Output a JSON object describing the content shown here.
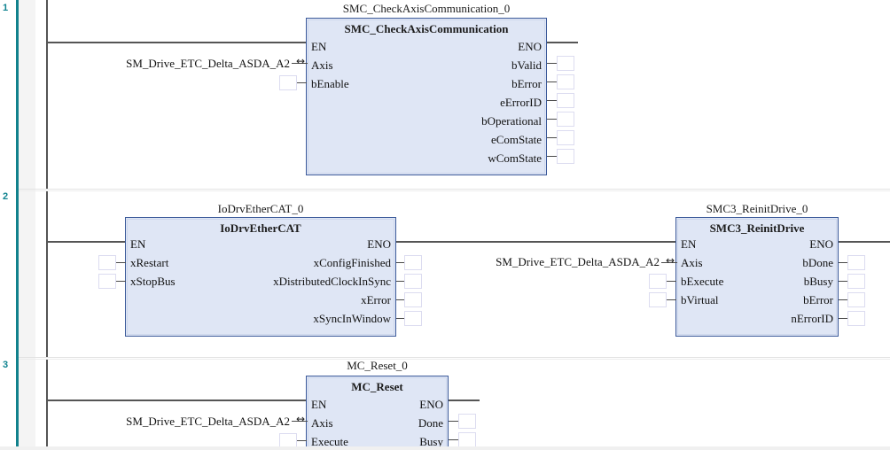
{
  "editor": {
    "type": "fbd-editor",
    "colors": {
      "block_fill": "#dfe6f5",
      "block_border": "#3c5a9a",
      "network_number": "#0f8390",
      "gutter_bar": "#11818c",
      "wire": "#555555",
      "operand_box_border": "#dcdcf0"
    }
  },
  "networks": [
    {
      "number": "1",
      "blocks": [
        {
          "instance_name": "SMC_CheckAxisCommunication_0",
          "type_name": "SMC_CheckAxisCommunication",
          "inputs": [
            {
              "name": "EN",
              "operand": "",
              "inout": false,
              "box": false
            },
            {
              "name": "Axis",
              "operand": "SM_Drive_ETC_Delta_ASDA_A2",
              "inout": true,
              "box": false
            },
            {
              "name": "bEnable",
              "operand": "",
              "inout": false,
              "box": true
            }
          ],
          "outputs": [
            {
              "name": "ENO",
              "box": false
            },
            {
              "name": "bValid",
              "box": true
            },
            {
              "name": "bError",
              "box": true
            },
            {
              "name": "eErrorID",
              "box": true
            },
            {
              "name": "bOperational",
              "box": true
            },
            {
              "name": "eComState",
              "box": true
            },
            {
              "name": "wComState",
              "box": true
            }
          ]
        }
      ]
    },
    {
      "number": "2",
      "blocks": [
        {
          "instance_name": "IoDrvEtherCAT_0",
          "type_name": "IoDrvEtherCAT",
          "inputs": [
            {
              "name": "EN",
              "operand": "",
              "inout": false,
              "box": false
            },
            {
              "name": "xRestart",
              "operand": "",
              "inout": false,
              "box": true
            },
            {
              "name": "xStopBus",
              "operand": "",
              "inout": false,
              "box": true
            }
          ],
          "outputs": [
            {
              "name": "ENO",
              "box": false
            },
            {
              "name": "xConfigFinished",
              "box": true
            },
            {
              "name": "xDistributedClockInSync",
              "box": true
            },
            {
              "name": "xError",
              "box": true
            },
            {
              "name": "xSyncInWindow",
              "box": true
            }
          ]
        },
        {
          "instance_name": "SMC3_ReinitDrive_0",
          "type_name": "SMC3_ReinitDrive",
          "inputs": [
            {
              "name": "EN",
              "operand": "",
              "inout": false,
              "box": false
            },
            {
              "name": "Axis",
              "operand": "SM_Drive_ETC_Delta_ASDA_A2",
              "inout": true,
              "box": false
            },
            {
              "name": "bExecute",
              "operand": "",
              "inout": false,
              "box": true
            },
            {
              "name": "bVirtual",
              "operand": "",
              "inout": false,
              "box": true
            }
          ],
          "outputs": [
            {
              "name": "ENO",
              "box": false
            },
            {
              "name": "bDone",
              "box": true
            },
            {
              "name": "bBusy",
              "box": true
            },
            {
              "name": "bError",
              "box": true
            },
            {
              "name": "nErrorID",
              "box": true
            }
          ]
        }
      ]
    },
    {
      "number": "3",
      "blocks": [
        {
          "instance_name": "MC_Reset_0",
          "type_name": "MC_Reset",
          "inputs": [
            {
              "name": "EN",
              "operand": "",
              "inout": false,
              "box": false
            },
            {
              "name": "Axis",
              "operand": "SM_Drive_ETC_Delta_ASDA_A2",
              "inout": true,
              "box": false
            },
            {
              "name": "Execute",
              "operand": "",
              "inout": false,
              "box": true
            }
          ],
          "outputs": [
            {
              "name": "ENO",
              "box": false
            },
            {
              "name": "Done",
              "box": true
            },
            {
              "name": "Busy",
              "box": true
            }
          ]
        }
      ]
    }
  ]
}
